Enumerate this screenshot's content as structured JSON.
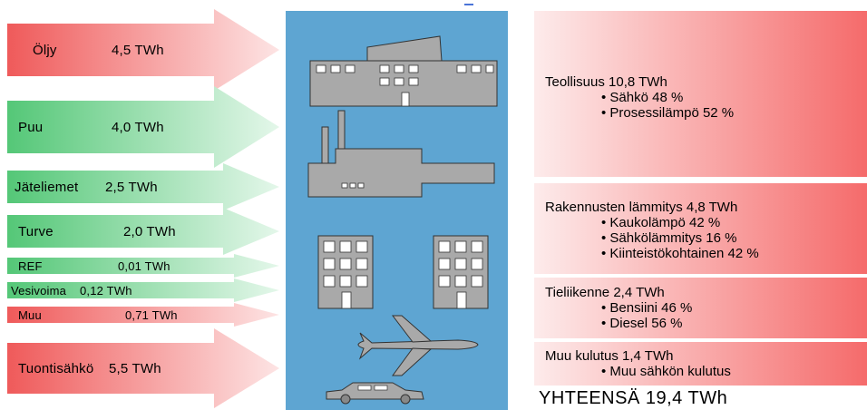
{
  "inputs": [
    {
      "source": "Öljy",
      "amount": "4,5 TWh",
      "color": "red"
    },
    {
      "source": "Puu",
      "amount": "4,0 TWh",
      "color": "green"
    },
    {
      "source": "Jäteliemet",
      "amount": "2,5 TWh",
      "color": "green"
    },
    {
      "source": "Turve",
      "amount": "2,0 TWh",
      "color": "green"
    },
    {
      "source": "REF",
      "amount": "0,01 TWh",
      "color": "green"
    },
    {
      "source": "Vesivoima",
      "amount": "0,12 TWh",
      "color": "green"
    },
    {
      "source": "Muu",
      "amount": "0,71 TWh",
      "color": "red"
    },
    {
      "source": "Tuontisähkö",
      "amount": "5,5 TWh",
      "color": "red"
    }
  ],
  "consumers": [
    {
      "title": "Teollisuus 10,8 TWh",
      "items": [
        "• Sähkö 48 %",
        "• Prosessilämpö 52 %"
      ]
    },
    {
      "title": "Rakennusten lämmitys 4,8 TWh",
      "items": [
        "• Kaukolämpö 42 %",
        "• Sähkölämmitys 16 %",
        "• Kiinteistökohtainen 42 %"
      ]
    },
    {
      "title": "Tieliikenne 2,4 TWh",
      "items": [
        "• Bensiini 46 %",
        "• Diesel 56 %"
      ]
    },
    {
      "title": "Muu kulutus 1,4 TWh",
      "items": [
        "• Muu sähkön kulutus"
      ]
    }
  ],
  "total": "YHTEENSÄ 19,4 TWh",
  "colors": {
    "red_arrow": "#ef5a5a",
    "green_arrow": "#54c777",
    "panel_blue": "#5ea5d2",
    "box_red": "#f56b6b",
    "building_gray": "#a9a9a9"
  },
  "icons": [
    "factory-icon",
    "plant-icon",
    "apartment-building-icon",
    "airplane-icon",
    "car-icon"
  ]
}
